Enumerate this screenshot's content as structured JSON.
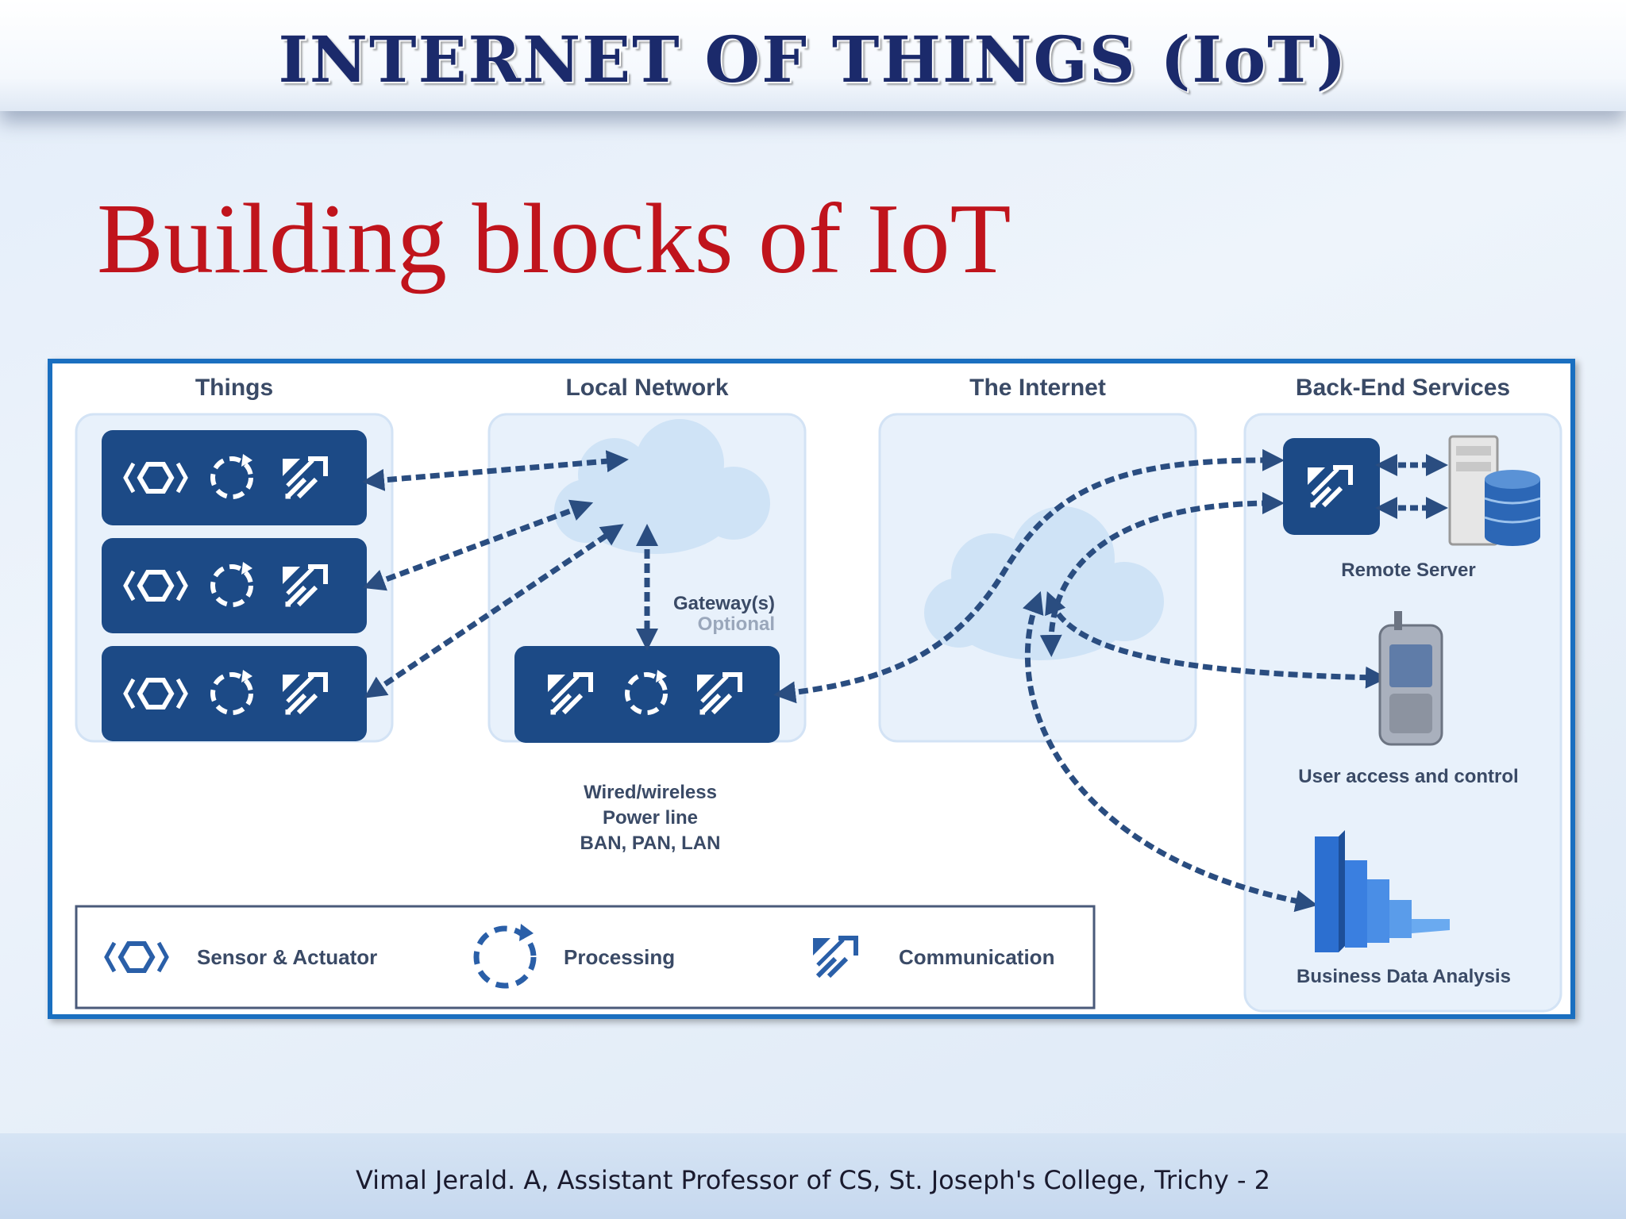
{
  "header": {
    "title": "INTERNET OF THINGS (IoT)"
  },
  "slide": {
    "title": "Building blocks of IoT"
  },
  "diagram": {
    "columns": [
      "Things",
      "Local Network",
      "The Internet",
      "Back-End Services"
    ],
    "gateway": {
      "label": "Gateway(s)",
      "note": "Optional"
    },
    "local_network_types": [
      "Wired/wireless",
      "Power line",
      "BAN, PAN, LAN"
    ],
    "backend": {
      "remote_server": "Remote Server",
      "user_access": "User access and control",
      "business_analysis": "Business Data Analysis"
    },
    "legend": [
      "Sensor & Actuator",
      "Processing",
      "Communication"
    ],
    "colors": {
      "block": "#1c4a86",
      "arrow": "#2a4d80",
      "panel": "#e8f1fb",
      "cloud": "#cfe3f6"
    }
  },
  "footer": {
    "text": "Vimal Jerald. A, Assistant Professor of CS, St. Joseph's College, Trichy - 2"
  }
}
